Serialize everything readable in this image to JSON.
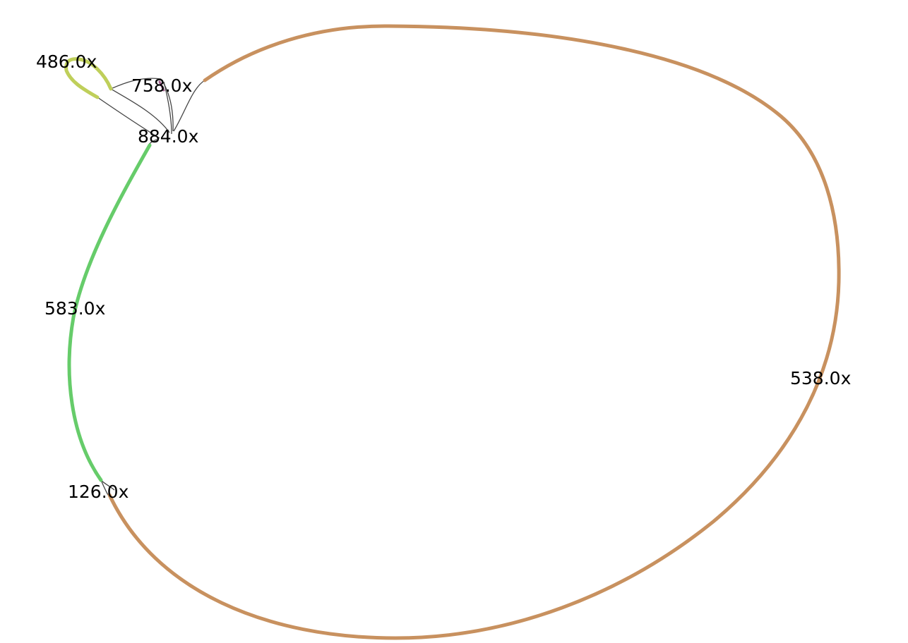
{
  "colors": {
    "orange_segment": "#c8915f",
    "green_segment": "#66cc6a",
    "yellow_green_segment": "#bfcf5a",
    "link": "#444444",
    "small_segment": "#a05a8a"
  },
  "nodes": [
    {
      "id": "n486",
      "label": "486.0x"
    },
    {
      "id": "n758",
      "label": "758.0x"
    },
    {
      "id": "n884",
      "label": "884.0x"
    },
    {
      "id": "n583",
      "label": "583.0x"
    },
    {
      "id": "n538",
      "label": "538.0x"
    },
    {
      "id": "n126",
      "label": "126.0x"
    }
  ]
}
